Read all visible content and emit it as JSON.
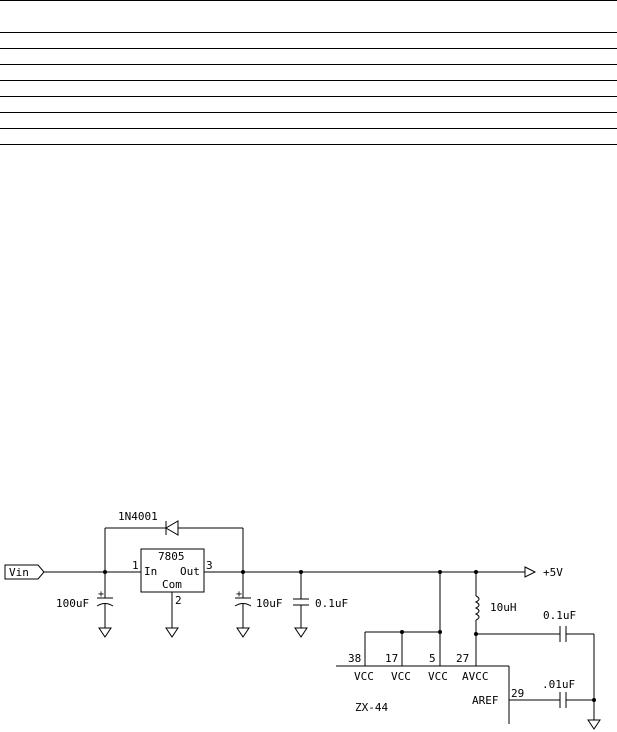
{
  "schematic": {
    "input_port": "Vin",
    "output_port": "+5V",
    "diode": "1N4001",
    "regulator": {
      "part": "7805",
      "pin_in_label": "In",
      "pin_out_label": "Out",
      "pin_com_label": "Com",
      "pin_in_num": "1",
      "pin_com_num": "2",
      "pin_out_num": "3"
    },
    "c_input": "100uF",
    "c_output": "10uF",
    "c_bypass": "0.1uF",
    "inductor": "10uH",
    "c_avcc": "0.1uF",
    "c_aref": ".01uF",
    "ic": {
      "name": "ZX-44",
      "pins": [
        {
          "num": "38",
          "label": "VCC"
        },
        {
          "num": "17",
          "label": "VCC"
        },
        {
          "num": "5",
          "label": "VCC"
        },
        {
          "num": "27",
          "label": "AVCC"
        }
      ],
      "aref_num": "29",
      "aref_label": "AREF"
    }
  }
}
